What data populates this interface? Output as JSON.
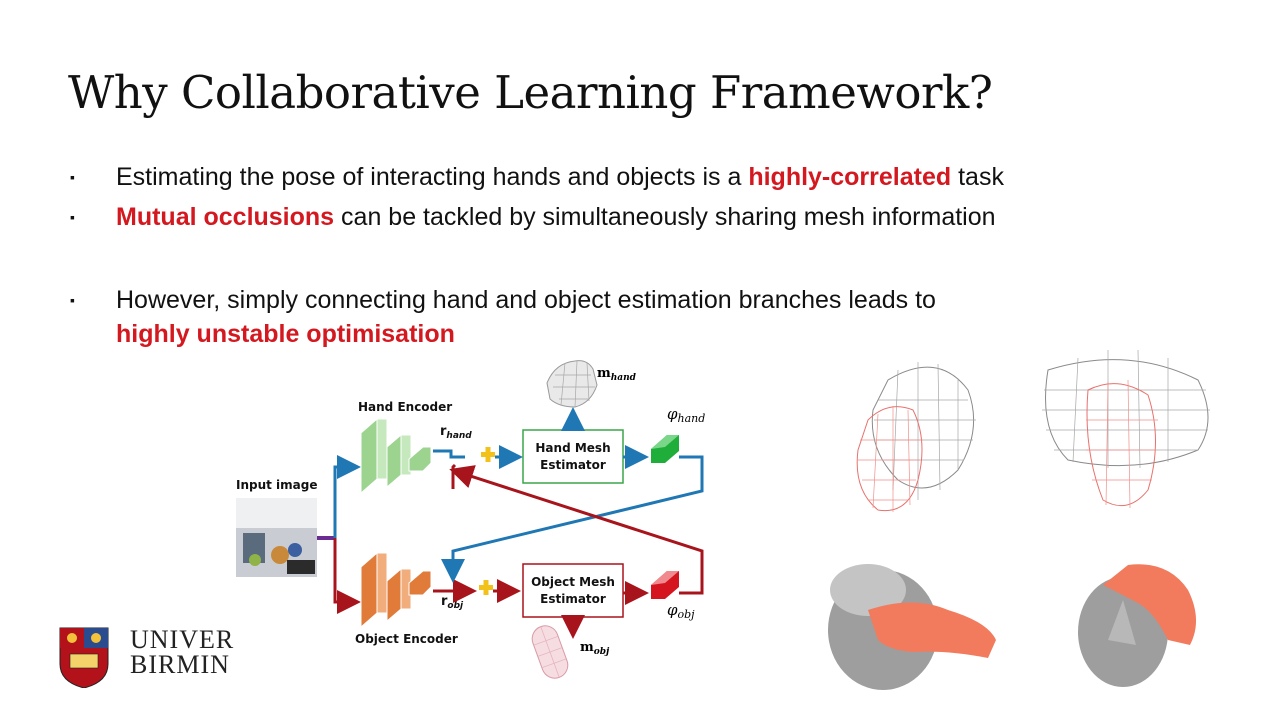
{
  "slide": {
    "title": "Why Collaborative Learning Framework?",
    "bullets": [
      {
        "marker": "▪",
        "before": "Estimating the pose of interacting hands and objects is a ",
        "highlight": "highly-correlated",
        "after": " task"
      },
      {
        "marker": "▪",
        "highlight": "Mutual occlusions",
        "after": " can be tackled by simultaneously sharing mesh information"
      },
      {
        "marker": "▪",
        "line1": "However, simply connecting hand and object estimation branches leads to",
        "highlight": "highly unstable optimisation"
      }
    ],
    "highlight_color": "#d4181f"
  },
  "diagram": {
    "input_label": "Input image",
    "hand_encoder_label": "Hand Encoder",
    "object_encoder_label": "Object Encoder",
    "r_hand": {
      "base": "r",
      "sub": "hand"
    },
    "r_obj": {
      "base": "r",
      "sub": "obj"
    },
    "hand_estimator": [
      "Hand Mesh",
      "Estimator"
    ],
    "object_estimator": [
      "Object Mesh",
      "Estimator"
    ],
    "m_hand": {
      "base": "m",
      "sub": "hand"
    },
    "m_obj": {
      "base": "m",
      "sub": "obj"
    },
    "phi_hand": {
      "base": "φ",
      "sub": "hand"
    },
    "phi_obj": {
      "base": "φ",
      "sub": "obj"
    },
    "colors": {
      "hand_branch": "#1f77b4",
      "object_branch": "#a8141c",
      "hand_encoder": "#9bd38f",
      "object_encoder": "#e07b39",
      "hand_latent": "#1fae3a",
      "object_latent": "#d4141e",
      "plus": "#f2c21b",
      "input_stem": "#6a2c91"
    }
  },
  "logo": {
    "line1": "UNIVER",
    "line2": "BIRMIN"
  }
}
